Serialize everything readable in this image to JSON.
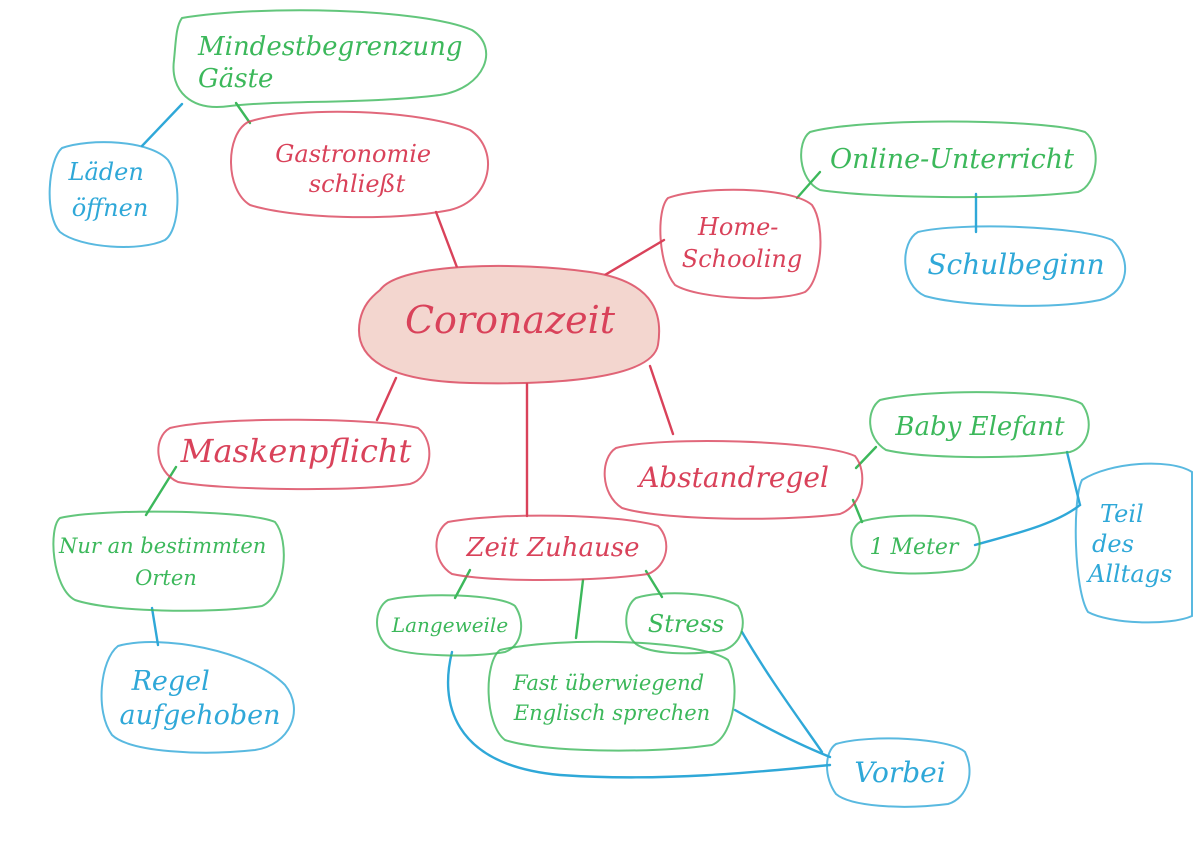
{
  "colors": {
    "red": "#d9425a",
    "red_fill": "#f3d6cf",
    "green": "#3cb85b",
    "blue": "#2fa8d8",
    "paper": "#ffffff"
  },
  "nodes": {
    "center": {
      "text": "Coronazeit",
      "color": "red",
      "fill": true
    },
    "gastro": {
      "lines": [
        "Gastronomie",
        "schließt"
      ],
      "color": "red"
    },
    "mindest": {
      "lines": [
        "Mindestbegrenzung",
        "Gäste"
      ],
      "color": "green"
    },
    "laeden": {
      "lines": [
        "Läden",
        "öffnen"
      ],
      "color": "blue"
    },
    "homeschool": {
      "lines": [
        "Home-",
        "Schooling"
      ],
      "color": "red"
    },
    "online": {
      "text": "Online-Unterricht",
      "color": "green"
    },
    "schulbeginn": {
      "text": "Schulbeginn",
      "color": "blue"
    },
    "masken": {
      "text": "Maskenpflicht",
      "color": "red"
    },
    "nuran": {
      "lines": [
        "Nur an bestimmten",
        "Orten"
      ],
      "color": "green"
    },
    "regel": {
      "lines": [
        "Regel",
        "aufgehoben"
      ],
      "color": "blue"
    },
    "zeit": {
      "text": "Zeit Zuhause",
      "color": "red"
    },
    "langeweile": {
      "text": "Langeweile",
      "color": "green"
    },
    "stress": {
      "text": "Stress",
      "color": "green"
    },
    "fast": {
      "lines": [
        "Fast überwiegend",
        "Englisch sprechen"
      ],
      "color": "green"
    },
    "vorbei": {
      "text": "Vorbei",
      "color": "blue"
    },
    "abstand": {
      "text": "Abstandregel",
      "color": "red"
    },
    "baby": {
      "text": "Baby Elefant",
      "color": "green"
    },
    "meter": {
      "text": "1 Meter",
      "color": "green"
    },
    "teil": {
      "lines": [
        "Teil",
        "des",
        "Alltags"
      ],
      "color": "blue"
    }
  }
}
